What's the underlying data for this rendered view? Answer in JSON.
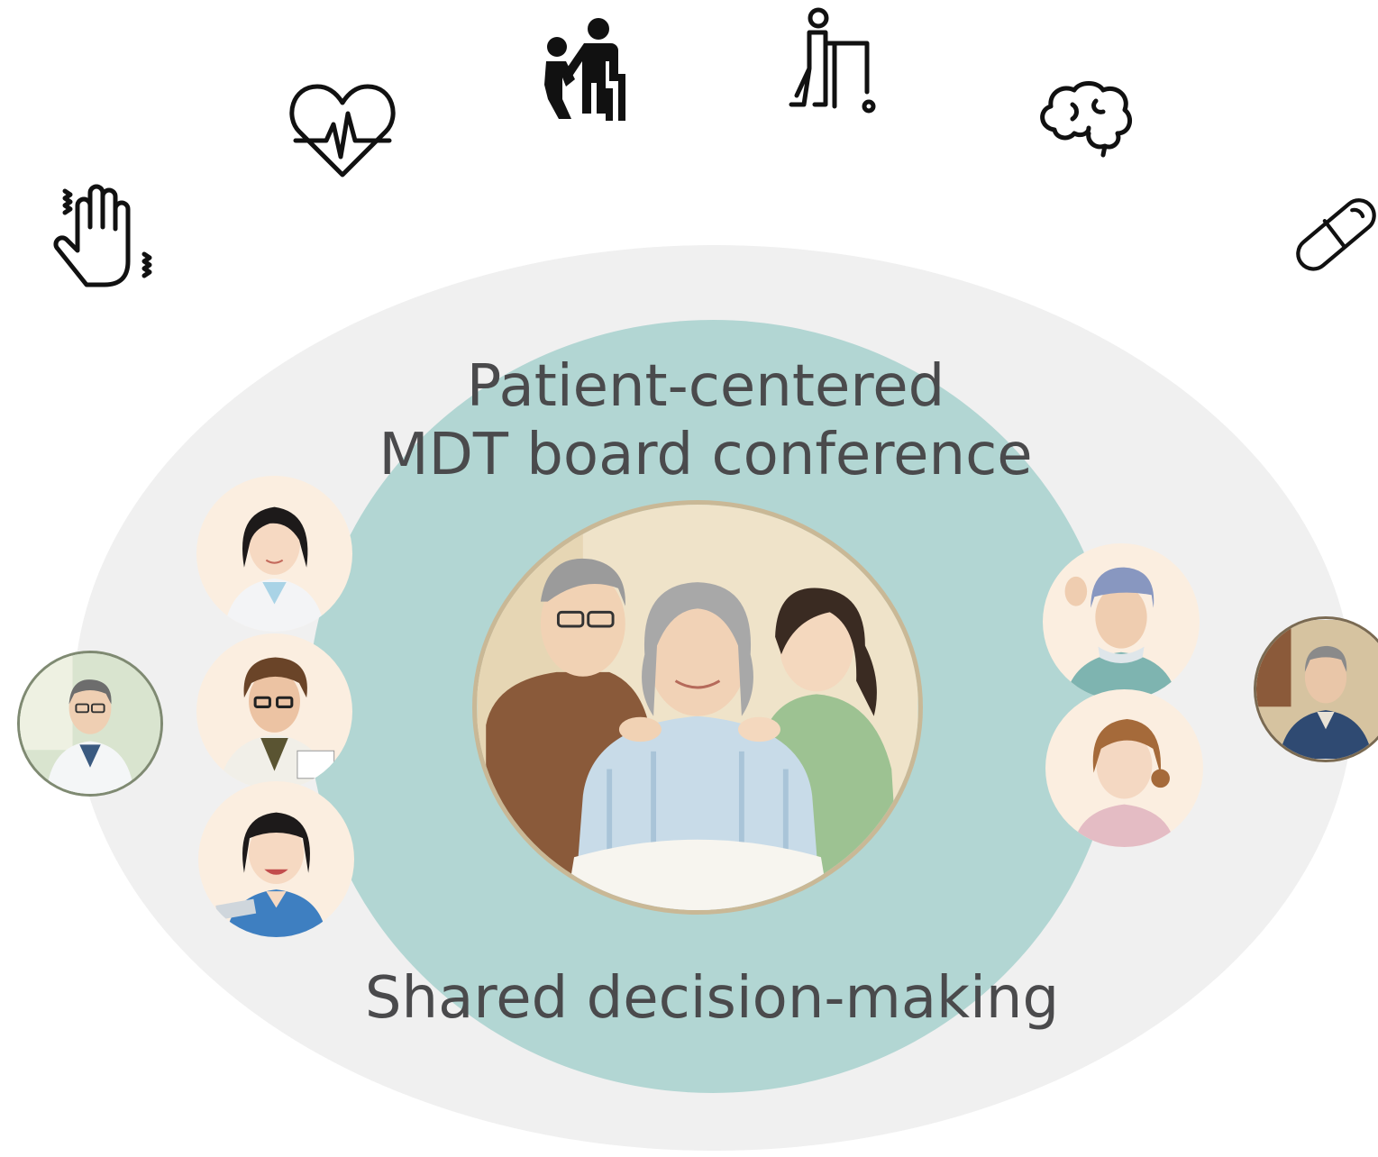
{
  "title": {
    "line1": "Patient-centered",
    "line2": "MDT board conference"
  },
  "caption": "Shared decision-making",
  "icons": [
    "tremor-hand-icon",
    "heart-pulse-icon",
    "caregiver-assist-icon",
    "walker-icon",
    "brain-icon",
    "pill-capsule-icon"
  ],
  "colors": {
    "outer_ring": "#f0f0f0",
    "inner_ring": "#b2d6d3",
    "text": "#4a4a4c",
    "icon_stroke": "#111111"
  },
  "portraits": {
    "center": "patient-family-group",
    "left": [
      "physician-portrait",
      "female-doctor-portrait",
      "male-doctor-portrait",
      "nurse-portrait"
    ],
    "right": [
      "surgeon-portrait",
      "female-staff-portrait",
      "elderly-man-portrait"
    ]
  }
}
